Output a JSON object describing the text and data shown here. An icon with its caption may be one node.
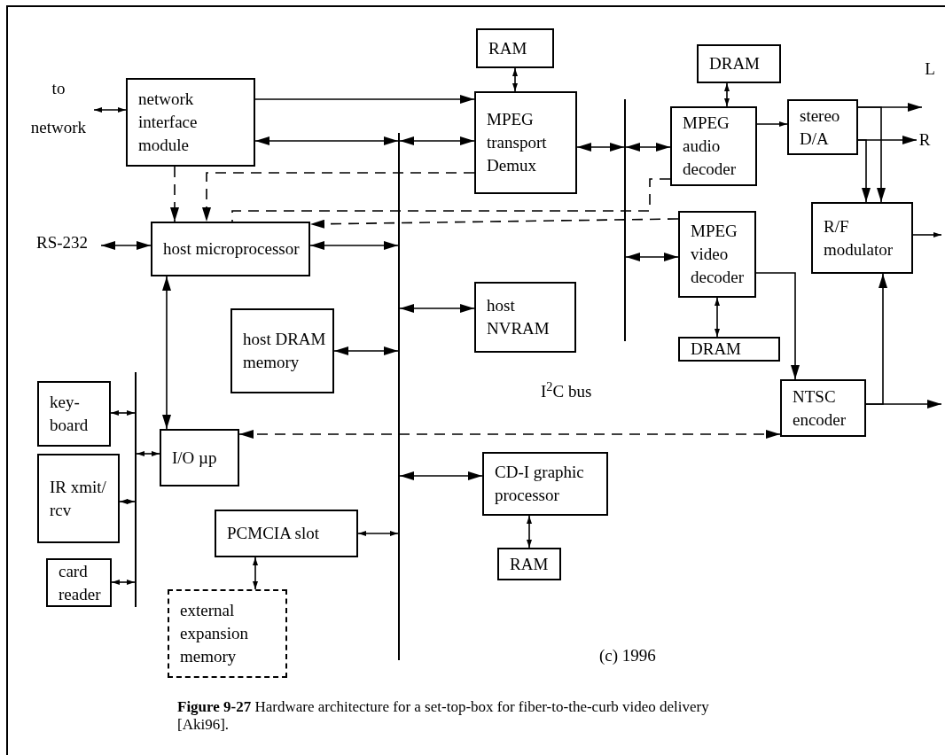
{
  "diagram": {
    "caption": "**Figure 9-27** Hardware architecture for a set-top-box for fiber-to-the-curb video delivery [Aki96].",
    "nodes": [
      {
        "text": [
          "to",
          "network"
        ]
      },
      {
        "text": [
          "network interface module"
        ]
      },
      {
        "text": [
          "RAM"
        ]
      },
      {
        "text": [
          "MPEG transport Demux"
        ]
      },
      {
        "text": [
          "DRAM"
        ]
      },
      {
        "text": [
          "MPEG audio decoder"
        ]
      },
      {
        "text": [
          "stereo D/A"
        ]
      },
      {
        "text": [
          "RS-232"
        ]
      },
      {
        "text": [
          "host microprocessor"
        ]
      },
      {
        "text": [
          "MPEG video decoder"
        ]
      },
      {
        "text": [
          "R/F modulator"
        ]
      },
      {
        "text": [
          "host DRAM memory"
        ]
      },
      {
        "text": [
          "host NVRAM"
        ]
      },
      {
        "text": [
          "DRAM"
        ]
      },
      {
        "text": [
          "NTSC encoder"
        ]
      },
      {
        "text": [
          "key- board"
        ]
      },
      {
        "text": [
          "IR xmit/ rcv"
        ]
      },
      {
        "text": [
          "card reader"
        ]
      },
      {
        "text": [
          "I/O µp"
        ]
      },
      {
        "text": [
          "PCMCIA slot"
        ]
      },
      {
        "text": [
          "CD-I graphic processor"
        ]
      },
      {
        "text": [
          "RAM"
        ]
      },
      {
        "text": [
          "external expansion memory"
        ]
      },
      {
        "text": [],
        "shape": "bar"
      },
      {
        "text": [],
        "shape": "bar"
      },
      {
        "text": [],
        "shape": "bar"
      },
      {
        "text": [
          "R"
        ]
      },
      {
        "text": [
          "L"
        ]
      }
    ],
    "edges": [
      {
        "from": 0,
        "to": 1,
        "arrow": "both"
      },
      {
        "from": 1,
        "to": 3,
        "arrow": "to"
      },
      {
        "from": 1,
        "to": 23,
        "arrow": "both"
      },
      {
        "from": 23,
        "to": 3,
        "arrow": "both"
      },
      {
        "from": 1,
        "to": 8,
        "arrow": "to",
        "style": "dashed"
      },
      {
        "from": 3,
        "to": 8,
        "arrow": "to",
        "style": "dashed"
      },
      {
        "from": 5,
        "to": 8,
        "arrow": "none",
        "style": "dashed"
      },
      {
        "from": 9,
        "to": 8,
        "arrow": "to",
        "style": "dashed"
      },
      {
        "from": 8,
        "to": 23,
        "arrow": "both"
      },
      {
        "from": 7,
        "to": 8,
        "arrow": "both"
      },
      {
        "from": 8,
        "to": 18,
        "arrow": "both"
      },
      {
        "from": 11,
        "to": 23,
        "arrow": "both"
      },
      {
        "from": 23,
        "to": 12,
        "arrow": "both"
      },
      {
        "from": 3,
        "to": 24,
        "arrow": "both"
      },
      {
        "from": 24,
        "to": 5,
        "arrow": "both"
      },
      {
        "from": 24,
        "to": 9,
        "arrow": "both"
      },
      {
        "from": 4,
        "to": 5,
        "arrow": "both"
      },
      {
        "from": 5,
        "to": 6,
        "arrow": "to"
      },
      {
        "from": 6,
        "to": 27,
        "arrow": "to"
      },
      {
        "from": 6,
        "to": 26,
        "arrow": "to"
      },
      {
        "from": 6,
        "to": 10,
        "arrow": "to"
      },
      {
        "from": 6,
        "to": 10,
        "arrow": "to"
      },
      {
        "from": 10,
        "to": null,
        "arrow": "to"
      },
      {
        "from": 9,
        "to": 14,
        "arrow": "to"
      },
      {
        "from": 9,
        "to": 13,
        "arrow": "both"
      },
      {
        "from": 14,
        "to": 10,
        "arrow": "to"
      },
      {
        "from": 14,
        "to": null,
        "arrow": "to"
      },
      {
        "from": 18,
        "to": 14,
        "arrow": "both",
        "style": "dashed"
      },
      {
        "from": 15,
        "to": 25,
        "arrow": "both"
      },
      {
        "from": 16,
        "to": 25,
        "arrow": "both"
      },
      {
        "from": 17,
        "to": 25,
        "arrow": "both"
      },
      {
        "from": 25,
        "to": 18,
        "arrow": "both"
      },
      {
        "from": 19,
        "to": 23,
        "arrow": "both"
      },
      {
        "from": 19,
        "to": 22,
        "arrow": "both"
      },
      {
        "from": 23,
        "to": 20,
        "arrow": "both"
      },
      {
        "from": 20,
        "to": 21,
        "arrow": "both"
      },
      {
        "from": 2,
        "to": 3,
        "arrow": "both"
      }
    ],
    "labels": [
      "I$^{2}$C bus",
      "(c) 1996"
    ]
  }
}
